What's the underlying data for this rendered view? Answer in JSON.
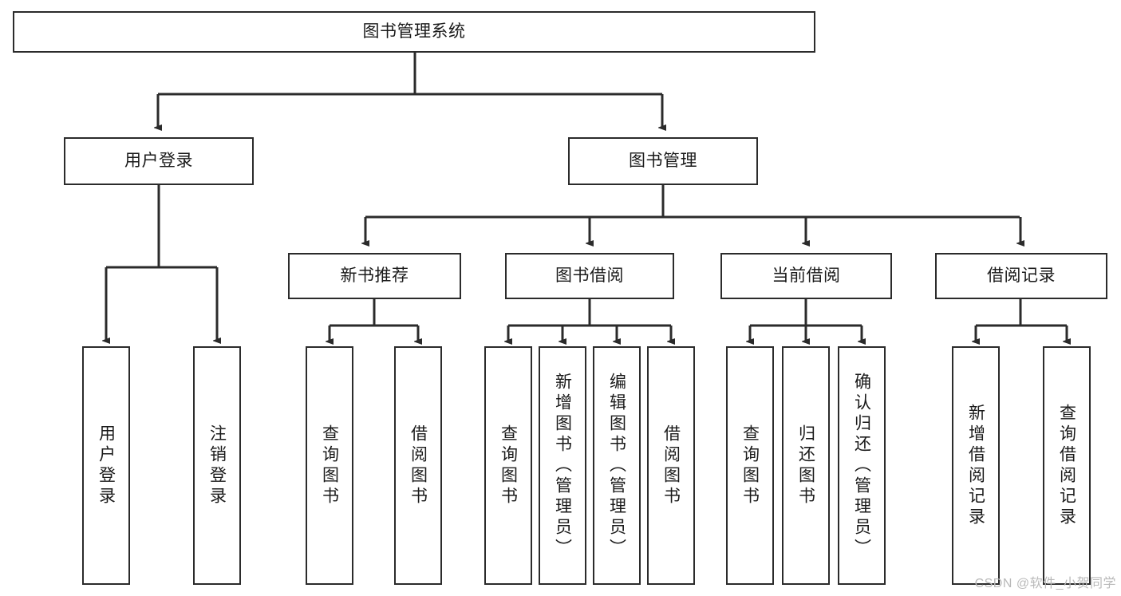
{
  "diagram": {
    "type": "tree-hierarchy",
    "title": "图书管理系统",
    "root": {
      "id": "root",
      "label": "图书管理系统",
      "orientation": "horizontal"
    },
    "level2": [
      {
        "id": "user-login",
        "label": "用户登录",
        "orientation": "horizontal"
      },
      {
        "id": "book-manage",
        "label": "图书管理",
        "orientation": "horizontal"
      }
    ],
    "level3": [
      {
        "id": "new-book-recommend",
        "label": "新书推荐",
        "orientation": "horizontal",
        "parent": "book-manage"
      },
      {
        "id": "book-borrow",
        "label": "图书借阅",
        "orientation": "horizontal",
        "parent": "book-manage"
      },
      {
        "id": "current-borrow",
        "label": "当前借阅",
        "orientation": "horizontal",
        "parent": "book-manage"
      },
      {
        "id": "borrow-record",
        "label": "借阅记录",
        "orientation": "horizontal",
        "parent": "book-manage"
      }
    ],
    "leaves": [
      {
        "id": "leaf-user-login",
        "label": "用户登录",
        "parent": "user-login",
        "orientation": "vertical"
      },
      {
        "id": "leaf-logout",
        "label": "注销登录",
        "parent": "user-login",
        "orientation": "vertical"
      },
      {
        "id": "leaf-query-book-1",
        "label": "查询图书",
        "parent": "new-book-recommend",
        "orientation": "vertical"
      },
      {
        "id": "leaf-borrow-book-1",
        "label": "借阅图书",
        "parent": "new-book-recommend",
        "orientation": "vertical"
      },
      {
        "id": "leaf-query-book-2",
        "label": "查询图书",
        "parent": "book-borrow",
        "orientation": "vertical"
      },
      {
        "id": "leaf-add-book",
        "label": "新增图书（管理员）",
        "parent": "book-borrow",
        "orientation": "vertical"
      },
      {
        "id": "leaf-edit-book",
        "label": "编辑图书（管理员）",
        "parent": "book-borrow",
        "orientation": "vertical"
      },
      {
        "id": "leaf-borrow-book-2",
        "label": "借阅图书",
        "parent": "book-borrow",
        "orientation": "vertical"
      },
      {
        "id": "leaf-query-book-3",
        "label": "查询图书",
        "parent": "current-borrow",
        "orientation": "vertical"
      },
      {
        "id": "leaf-return-book",
        "label": "归还图书",
        "parent": "current-borrow",
        "orientation": "vertical"
      },
      {
        "id": "leaf-confirm-return",
        "label": "确认归还（管理员）",
        "parent": "current-borrow",
        "orientation": "vertical"
      },
      {
        "id": "leaf-add-record",
        "label": "新增借阅记录",
        "parent": "borrow-record",
        "orientation": "vertical"
      },
      {
        "id": "leaf-query-record",
        "label": "查询借阅记录",
        "parent": "borrow-record",
        "orientation": "vertical"
      }
    ],
    "colors": {
      "stroke": "#2b2b2b",
      "fill": "#ffffff",
      "text": "#1a1a1a",
      "watermark": "#b9b9b9"
    }
  },
  "watermark": {
    "text": "CSDN @软件_小贺同学"
  }
}
